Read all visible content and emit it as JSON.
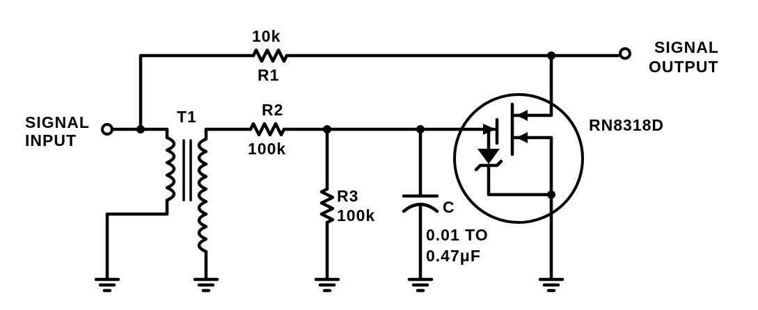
{
  "labels": {
    "r1_value": "10k",
    "r1_name": "R1",
    "signal_output_1": "SIGNAL",
    "signal_output_2": "OUTPUT",
    "signal_input_1": "SIGNAL",
    "signal_input_2": "INPUT",
    "t1": "T1",
    "r2_name": "R2",
    "r2_value": "100k",
    "r3_name": "R3",
    "r3_value": "100k",
    "c_name": "C",
    "c_value_1": "0.01 TO",
    "c_value_2": "0.47μF",
    "device": "RN8318D"
  }
}
